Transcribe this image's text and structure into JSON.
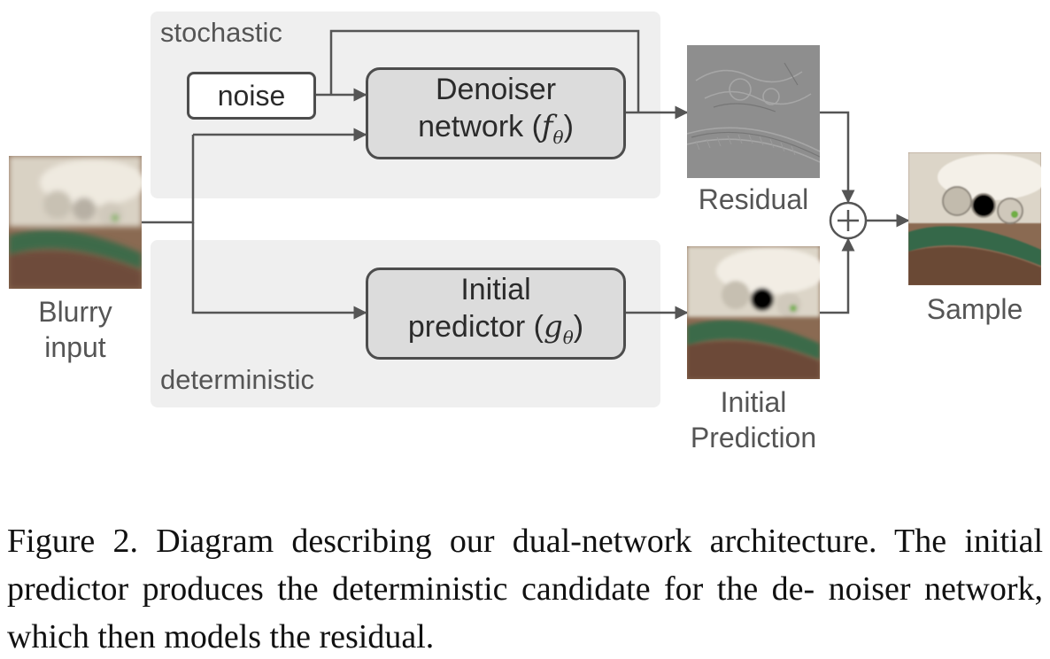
{
  "regions": {
    "stochastic": "stochastic",
    "deterministic": "deterministic"
  },
  "boxes": {
    "noise": "noise",
    "denoiser_line1": "Denoiser",
    "denoiser_line2_prefix": "network (",
    "denoiser_symbol": "f",
    "denoiser_subscript": "θ",
    "denoiser_suffix": ")",
    "predictor_line1": "Initial",
    "predictor_line2_prefix": "predictor (",
    "predictor_symbol": "g",
    "predictor_subscript": "θ",
    "predictor_suffix": ")"
  },
  "images": {
    "blurry_line1": "Blurry",
    "blurry_line2": "input",
    "residual": "Residual",
    "initial_line1": "Initial",
    "initial_line2": "Prediction",
    "sample": "Sample"
  },
  "operator": "+",
  "caption": "Figure 2. Diagram describing our dual-network architecture. The initial predictor produces the deterministic candidate for the de- noiser network, which then models the residual.",
  "colors": {
    "region_fill": "#efefef",
    "box_fill": "#dcdcdc",
    "box_stroke": "#4d4d4d",
    "wire": "#555555",
    "label_text": "#555555"
  }
}
